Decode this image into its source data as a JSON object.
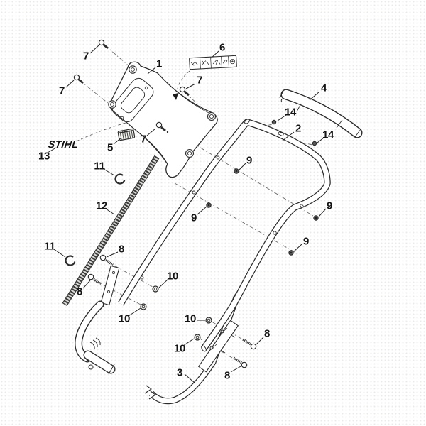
{
  "figure": {
    "background": "#ffffff",
    "line_color": "#2b2b2b",
    "brand_logo": "STIHL"
  },
  "callouts": [
    {
      "label": "1"
    },
    {
      "label": "2"
    },
    {
      "label": "3"
    },
    {
      "label": "4"
    },
    {
      "label": "5"
    },
    {
      "label": "6"
    },
    {
      "label": "7"
    },
    {
      "label": "7"
    },
    {
      "label": "7"
    },
    {
      "label": "7"
    },
    {
      "label": "8"
    },
    {
      "label": "8"
    },
    {
      "label": "8"
    },
    {
      "label": "8"
    },
    {
      "label": "9"
    },
    {
      "label": "9"
    },
    {
      "label": "9"
    },
    {
      "label": "9"
    },
    {
      "label": "10"
    },
    {
      "label": "10"
    },
    {
      "label": "10"
    },
    {
      "label": "10"
    },
    {
      "label": "11"
    },
    {
      "label": "11"
    },
    {
      "label": "12"
    },
    {
      "label": "13"
    },
    {
      "label": "14"
    },
    {
      "label": "14"
    }
  ]
}
